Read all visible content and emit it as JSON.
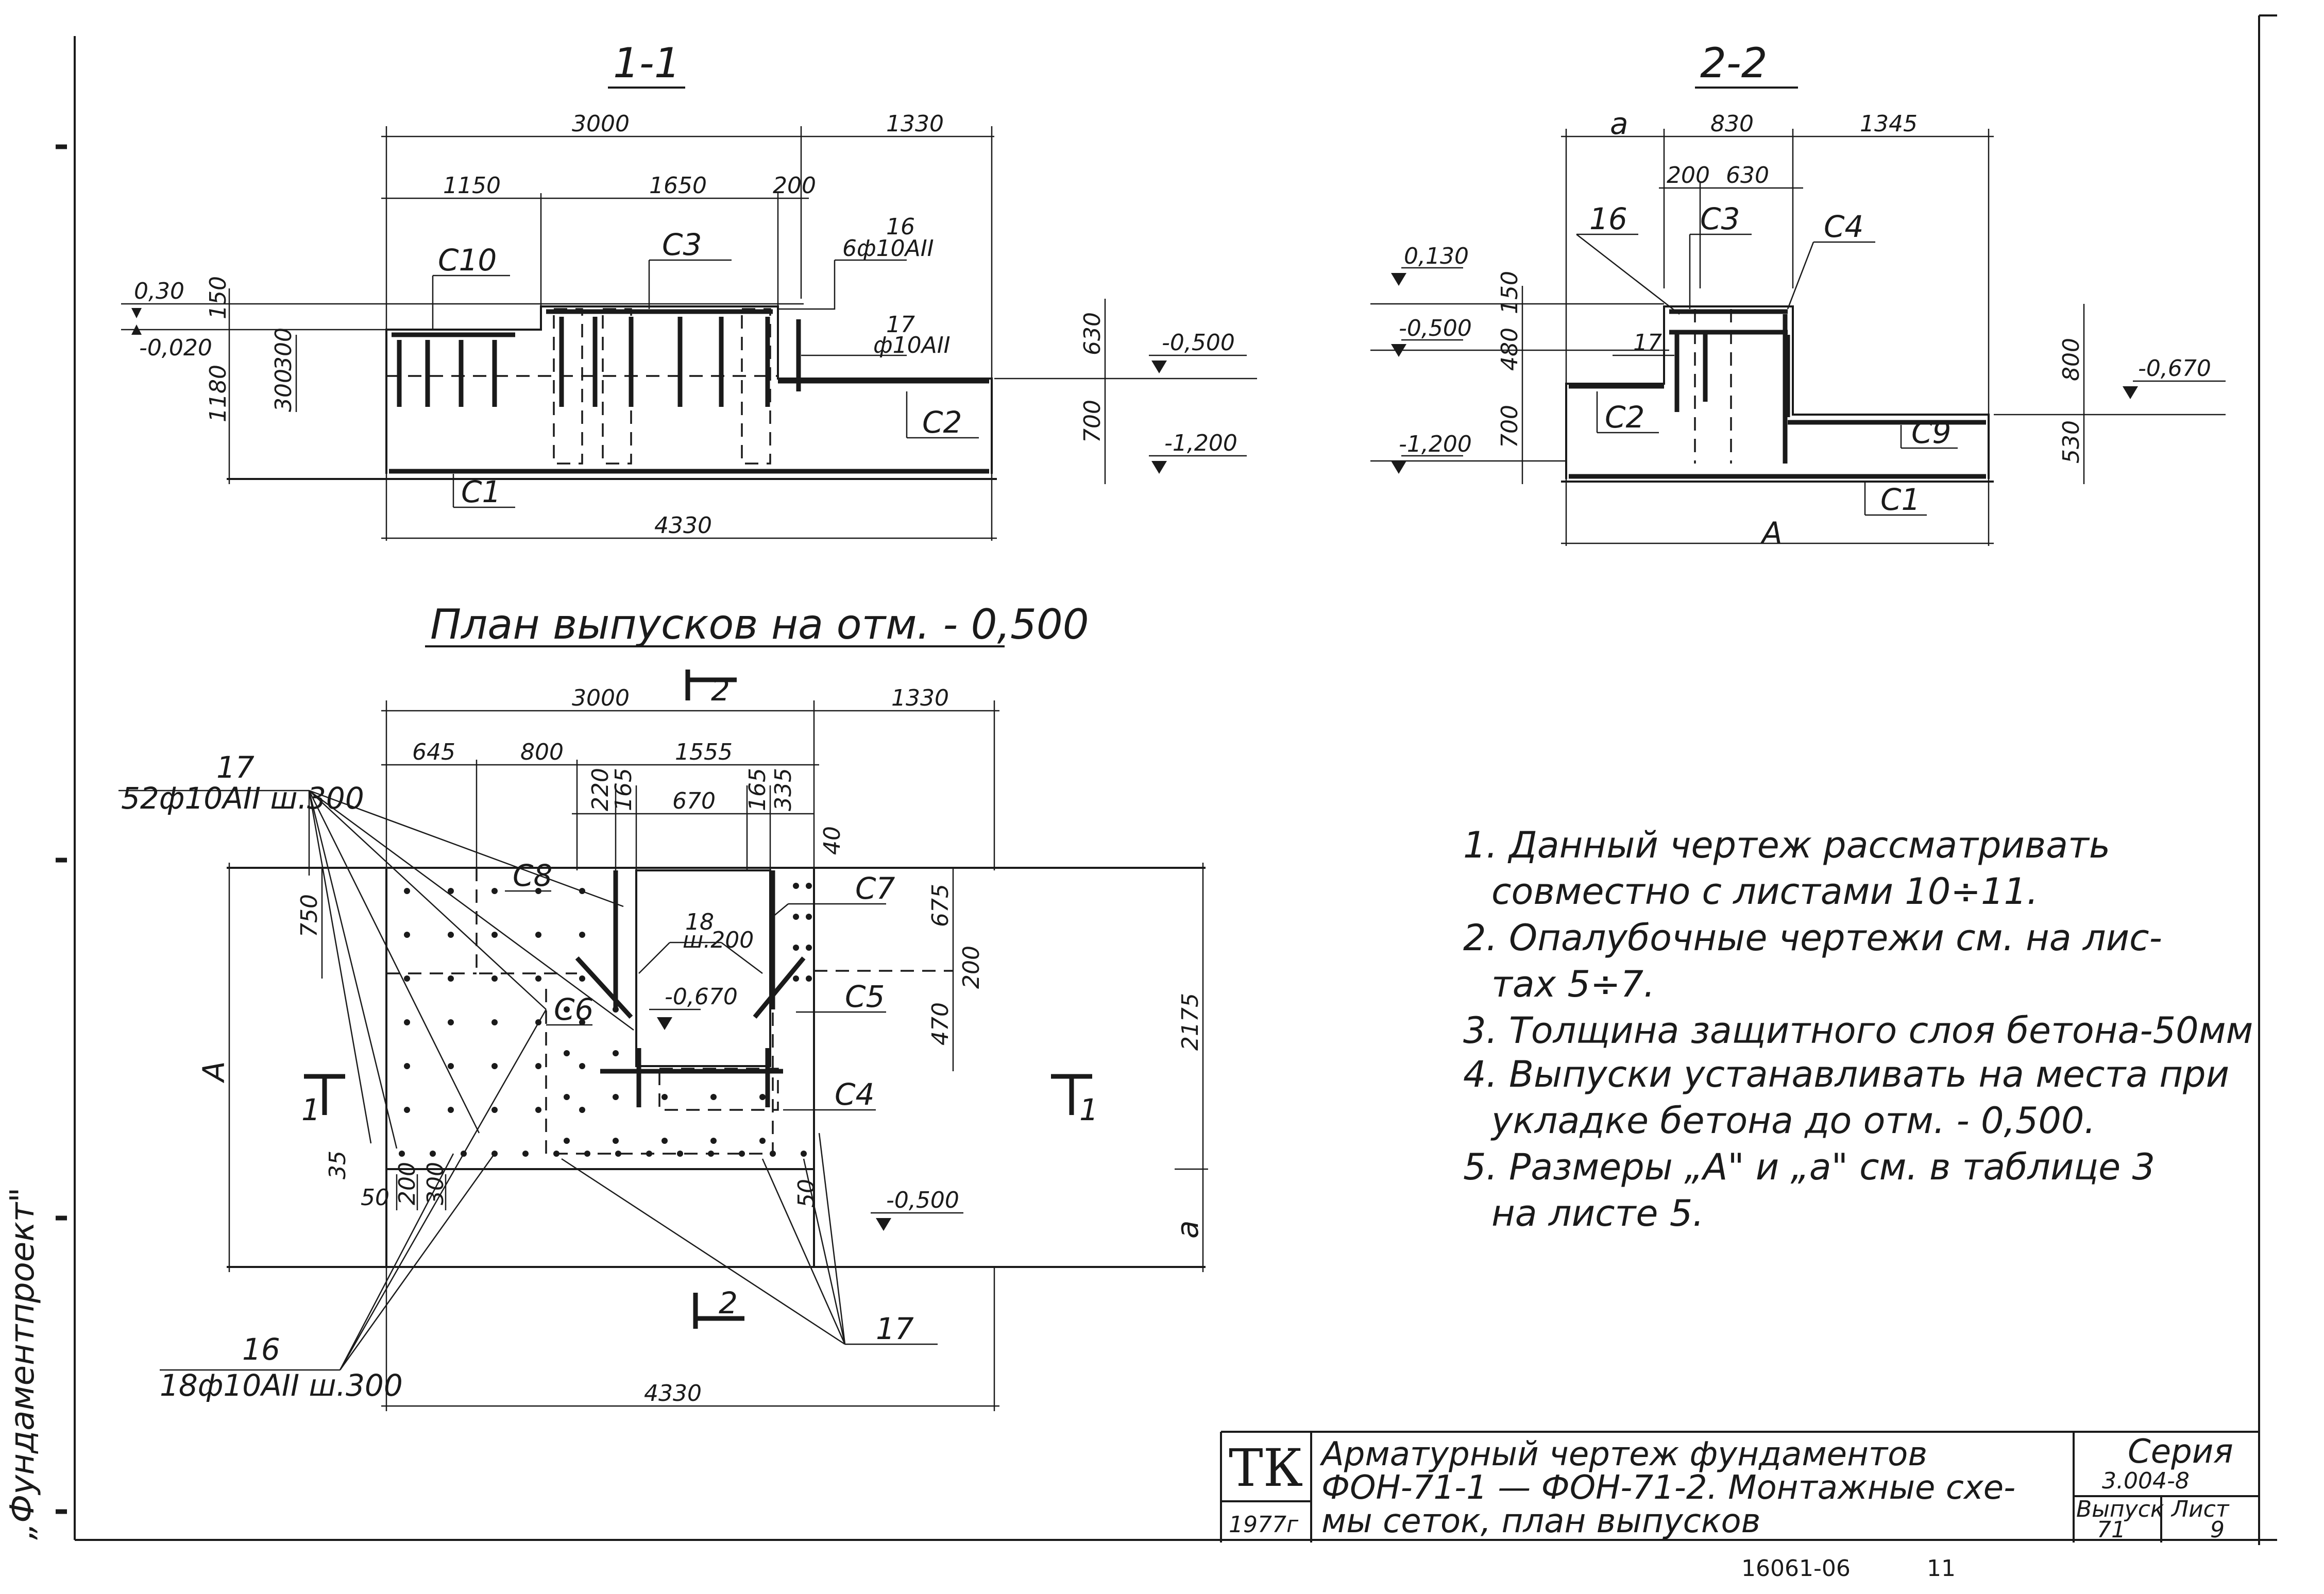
{
  "section_1_1": {
    "title": "1-1",
    "dims": {
      "top_3000": "3000",
      "top_1330": "1330",
      "d1150": "1150",
      "d1650": "1650",
      "d200": "200",
      "bottom_4330": "4330",
      "left_150": "150",
      "left_1180": "1180",
      "left_300a": "300",
      "left_300b": "300",
      "right_630": "630",
      "right_700": "700"
    },
    "levels": {
      "l030": "0,30",
      "l020": "-0,020",
      "l500": "-0,500",
      "l1200": "-1,200"
    },
    "labels": {
      "c10": "С10",
      "c3": "С3",
      "c2": "С2",
      "c1": "С1",
      "p16": "16",
      "p16_spec": "6ф10АII",
      "p17": "17",
      "p17_spec": "ф10АII"
    }
  },
  "section_2_2": {
    "title": "2-2",
    "dims": {
      "a": "а",
      "d830": "830",
      "d1345": "1345",
      "d200": "200",
      "d630": "630",
      "left_150": "150",
      "left_480": "480",
      "left_700": "700",
      "right_800": "800",
      "right_530": "530",
      "bottom_A": "А"
    },
    "levels": {
      "l130": "0,130",
      "l500": "-0,500",
      "l1200": "-1,200",
      "l670": "-0,670"
    },
    "labels": {
      "p16": "16",
      "c3": "С3",
      "c4": "С4",
      "p17": "17",
      "c2": "С2",
      "c9": "С9",
      "c1": "С1"
    }
  },
  "plan": {
    "title": "План выпусков на отм. - 0,500",
    "dims": {
      "top_3000": "3000",
      "top_1330": "1330",
      "d645": "645",
      "d800": "800",
      "d1555": "1555",
      "d220": "220",
      "d165a": "165",
      "d670": "670",
      "d165b": "165",
      "d335": "335",
      "d40": "40",
      "left_750": "750",
      "left_A": "А",
      "right_675": "675",
      "right_200": "200",
      "right_470": "470",
      "right_2175": "2175",
      "right_a": "а",
      "d35": "35",
      "d50a": "50",
      "d200": "200",
      "d300": "300",
      "d50b": "50",
      "bottom_4330": "4330"
    },
    "labels": {
      "p17_top": "17",
      "p17_top_spec": "52ф10АII ш.300",
      "c8": "С8",
      "c7": "С7",
      "p18": "18",
      "p18_spec": "ш.200",
      "c5": "С5",
      "c6": "С6",
      "c4": "С4",
      "lvl670": "-0,670",
      "lvl500": "-0,500",
      "p16": "16",
      "p16_spec": "18ф10АII ш.300",
      "p17_bot": "17",
      "cut1_left": "1",
      "cut1_right": "1",
      "cut2_top": "2",
      "cut2_bot": "2"
    }
  },
  "notes": [
    "1. Данный чертеж рассматривать",
    "совместно с листами 10÷11.",
    "2. Опалубочные чертежи см. на лис-",
    "тах 5÷7.",
    "3. Толщина защитного слоя бетона-50мм",
    "4. Выпуски устанавливать на места при",
    "укладке бетона до отм. - 0,500.",
    "5. Размеры „А\" и „а\" см. в таблице 3",
    "на листе 5."
  ],
  "stamp": {
    "org": "ТК",
    "year": "1977г",
    "title_lines": [
      "Арматурный чертеж фундаментов",
      "ФОН-71-1 — ФОН-71-2. Монтажные схе-",
      "мы сеток, план выпусков"
    ],
    "series_label": "Серия",
    "series_value": "3.004-8",
    "issue_label": "Выпуск",
    "issue_value": "71",
    "sheet_label": "Лист",
    "sheet_value": "9",
    "doc_number": "16061-06",
    "doc_sheet": "11",
    "side_text": "„Фундаментпроект\""
  }
}
